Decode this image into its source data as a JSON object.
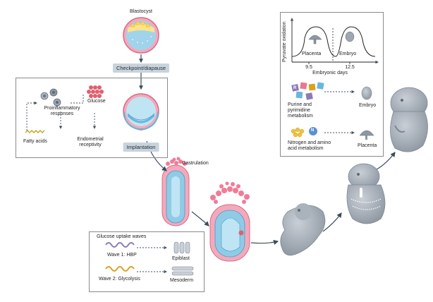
{
  "labels": {
    "blastocyst": "Blastocyst",
    "checkpoint": "Checkpoint/diapause",
    "proinflammatory": "Proinflammatory\nresponses",
    "glucose": "Glucose",
    "fatty_acids": "Fatty acids",
    "endometrial": "Endometrial\nreceptivity",
    "implantation": "Implantation",
    "gastrulation": "Gastrulation",
    "glucose_uptake_waves": "Glucose uptake waves",
    "wave1": "Wave 1: HBP",
    "epiblast": "Epiblast",
    "wave2": "Wave 2: Glycolysis",
    "mesoderm": "Mesoderm",
    "pyruvate_oxidation": "Pyruvate oxidation",
    "placenta_top": "Placenta",
    "embryo_top": "Embryo",
    "day1": "9.5",
    "day2": "12.5",
    "embryonic_days": "Embryonic days",
    "purine": "Purine and\npyrimidine\nmetabolism",
    "embryo_right": "Embryo",
    "nitrogen": "Nitrogen and amino\nacid metabolism",
    "placenta_right": "Placenta",
    "letter_r": "R",
    "letter_n": "N"
  },
  "colors": {
    "arrow": "#3c4d5c",
    "pill_bg": "#c9d3dc",
    "embryo": "#9ea7b1",
    "blastocyst_blue": "#8fcbe6",
    "pink": "#e8788f",
    "glucose_red": "#e0606e",
    "wave_purple": "#8b7bb8",
    "wave_gold": "#d9a21f"
  }
}
